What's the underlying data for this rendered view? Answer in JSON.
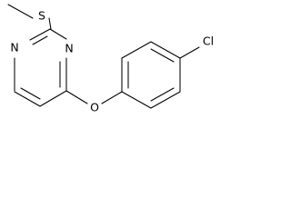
{
  "molecule": {
    "atoms": {
      "s": "S",
      "n1": "N",
      "n2": "N",
      "o": "O",
      "cl": "Cl"
    }
  }
}
